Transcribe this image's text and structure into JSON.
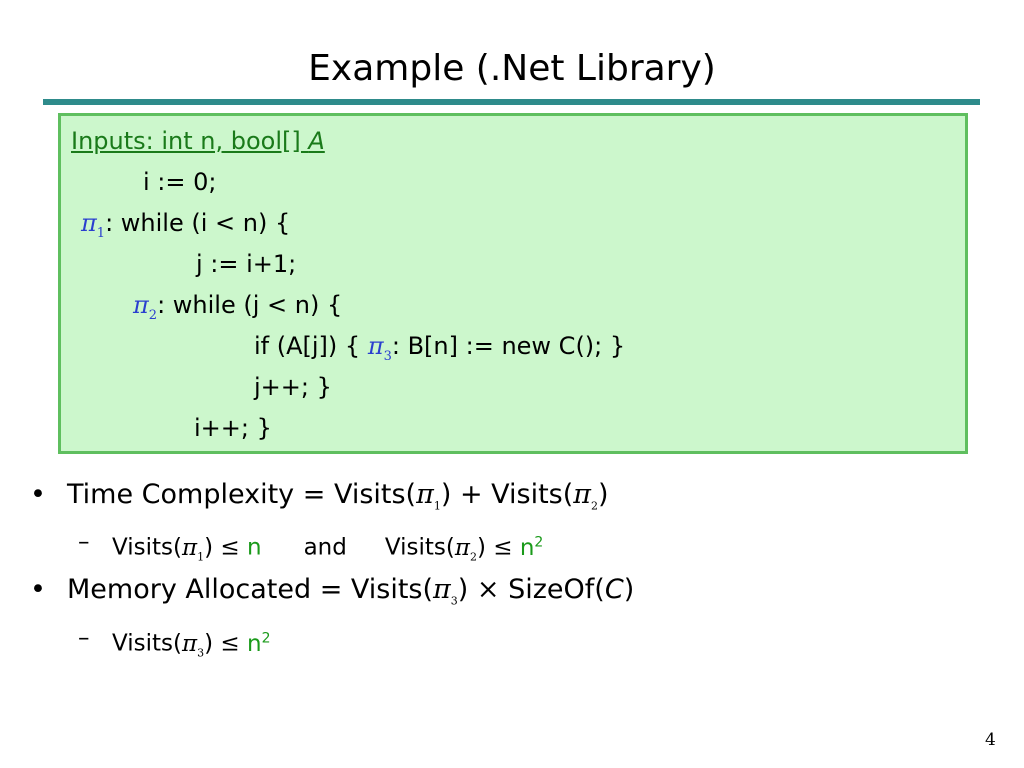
{
  "slide": {
    "title": "Example (.Net Library)",
    "page_number": "4"
  },
  "code": {
    "inputs_prefix": "Inputs: int n, bool[] ",
    "inputs_var": "A",
    "line1": "i := 0;",
    "pi1_label": "π",
    "pi1_sub": "1",
    "line2": ": while (i < n) {",
    "line3": "j := i+1;",
    "pi2_label": "π",
    "pi2_sub": "2",
    "line4": ": while (j < n) {",
    "line5_pre": "if (A[j]) { ",
    "pi3_label": "π",
    "pi3_sub": "3",
    "line5_post": ": B[n] := new C(); }",
    "line6": "j++; }",
    "line7": "i++; }"
  },
  "bullets": {
    "b1_dot": "•",
    "b1_a": "Time Complexity = Visits(",
    "b1_pi1": "π",
    "b1_sub1": "1",
    "b1_b": ") + Visits(",
    "b1_pi2": "π",
    "b1_sub2": "2",
    "b1_c": ")",
    "s1_dash": "–",
    "s1_a": "Visits(",
    "s1_pi1": "π",
    "s1_sub1": "1",
    "s1_b": ") ",
    "s1_le1": "≤",
    "s1_n": "n",
    "s1_and": "and",
    "s1_c": "Visits(",
    "s1_pi2": "π",
    "s1_sub2": "2",
    "s1_d": ") ",
    "s1_le2": "≤",
    "s1_n2": "n",
    "s1_exp": "2",
    "b2_dot": "•",
    "b2_a": "Memory Allocated = Visits(",
    "b2_pi3": "π",
    "b2_sub3": "3",
    "b2_b": ") ",
    "b2_times": "×",
    "b2_c": " SizeOf(",
    "b2_C": "C",
    "b2_d": ")",
    "s2_dash": "–",
    "s2_a": "Visits(",
    "s2_pi3": "π",
    "s2_sub3": "3",
    "s2_b": ") ",
    "s2_le": "≤",
    "s2_n": "n",
    "s2_exp": "2"
  }
}
